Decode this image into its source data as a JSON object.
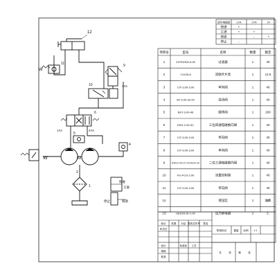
{
  "action_table": {
    "headers": [
      "动作\\电磁铁",
      "1YA",
      "2YA",
      "3Y"
    ],
    "rows": [
      [
        "快进",
        "+",
        "",
        ""
      ],
      [
        "工进",
        "+",
        "+",
        ""
      ],
      [
        "快退",
        "",
        "-",
        "+"
      ],
      [
        "停止",
        "-",
        "",
        ""
      ]
    ]
  },
  "parts_list": {
    "headers": [
      "项目号",
      "型号",
      "名称",
      "数量",
      "额定"
    ],
    "rows": [
      [
        "1",
        "21FR2300-5.00",
        "过滤器",
        "1",
        "40"
      ],
      [
        "2",
        "Y1X25-6",
        "双联叶片泵",
        "1",
        "12.5"
      ],
      [
        "3",
        "CIT-3.00-3.00",
        "单向阀",
        "1",
        "40"
      ],
      [
        "4",
        "BT-3.00-32.00",
        "溢流阀",
        "1",
        "40"
      ],
      [
        "5",
        "BST-3.00-46",
        "顺序阀",
        "1",
        "200"
      ],
      [
        "6",
        "DSG-2.00-3C",
        "三位四通电磁换向阀",
        "1",
        "40"
      ],
      [
        "7",
        "CIT-3.00-3.00",
        "单向阀",
        "1",
        "40"
      ],
      [
        "8",
        "CIT-3.00-3.00",
        "单向阀",
        "1",
        "40"
      ],
      [
        "9",
        "DW16.00CX.000AG6.30",
        "二位三通电磁换向阀",
        "1",
        "40"
      ],
      [
        "10",
        "FG-FCG-2.00",
        "流量控制阀",
        "1",
        "40"
      ],
      [
        "11",
        "CIT-3.00-3.00",
        "单向阀",
        "1",
        "40"
      ],
      [
        "12",
        "",
        "液压缸",
        "1",
        "13"
      ],
      [
        "13",
        "HED20.00-1.00",
        "压力继电器",
        "1",
        "2."
      ]
    ],
    "spare_label": "动作"
  },
  "labels": {
    "n12": "12",
    "n11": "11",
    "n10": "10",
    "n9": "9",
    "n6": "6",
    "n5": "5",
    "n4": "4",
    "n2": "2",
    "n1": "1",
    "ya1": "1YA",
    "ya2": "2YA",
    "ya3": "3YA",
    "w": "W",
    "m": "M",
    "kuaijin": "快进",
    "gongjin": "工进",
    "kuaitui": "快退",
    "stop": "停止"
  },
  "title_block": {
    "cells": [
      "标记",
      "处数",
      "分区",
      "更改文件号",
      "签名",
      "年月日",
      "设计",
      "标准化",
      "阶段标记",
      "重量",
      "比例",
      "审核",
      "工艺",
      "批准",
      "共",
      "张",
      "第",
      "张",
      "1:1"
    ]
  }
}
